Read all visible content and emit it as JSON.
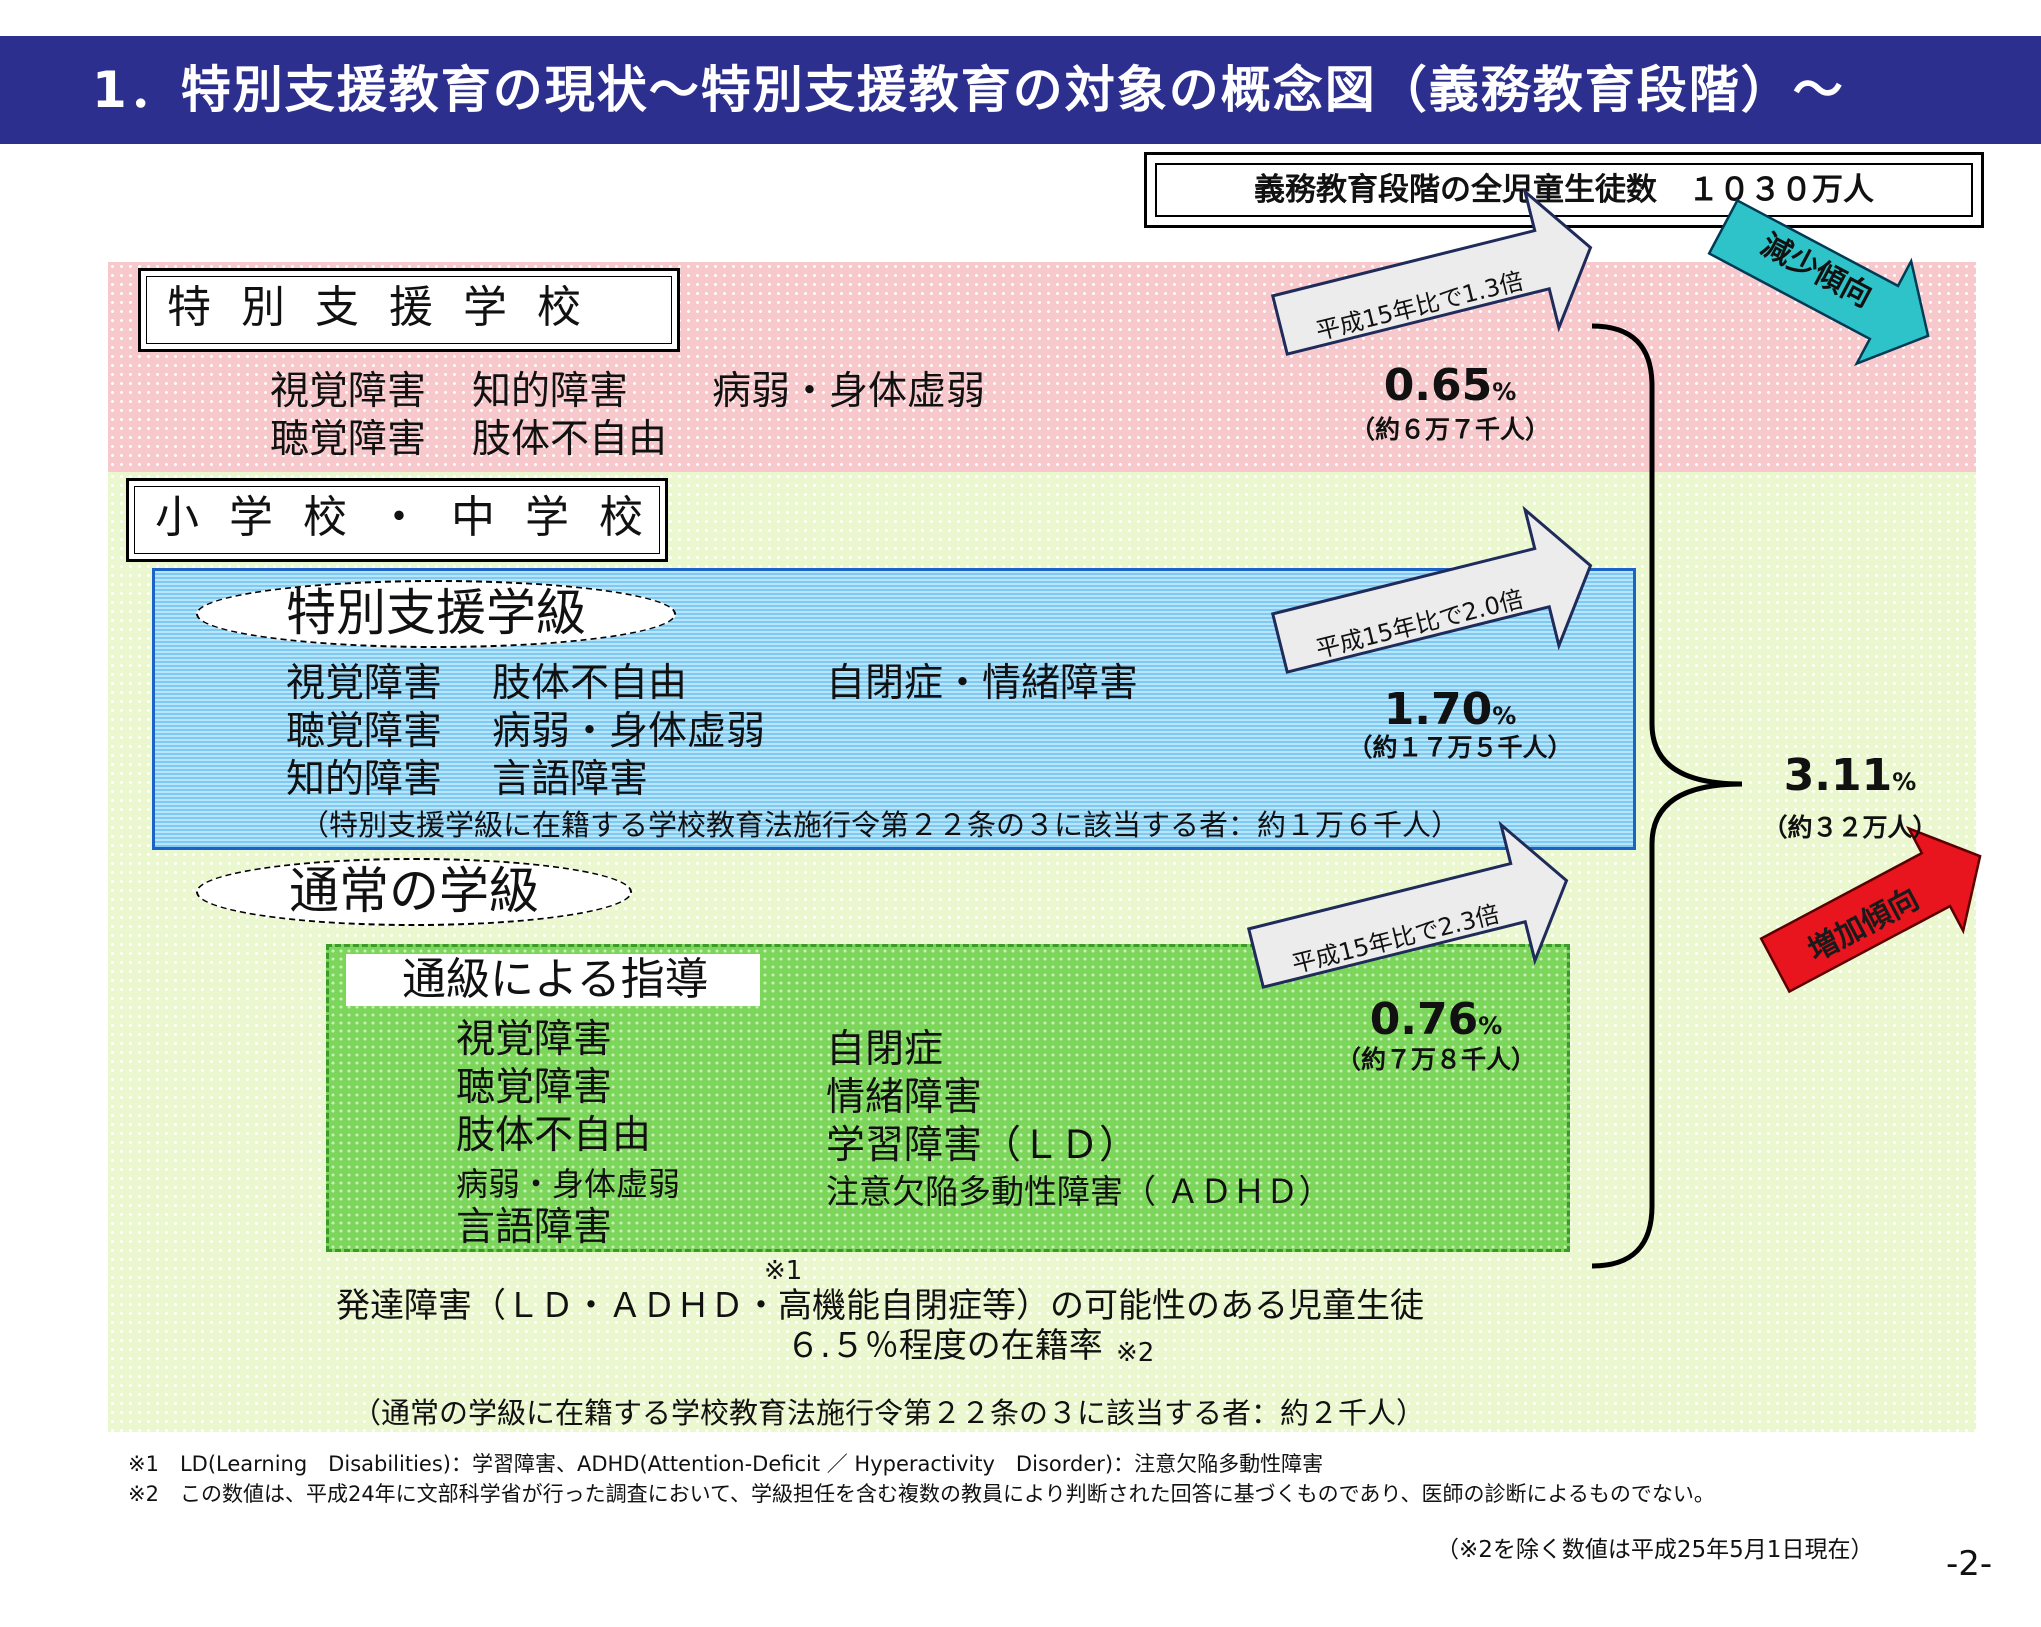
{
  "title": "1．特別支援教育の現状～特別支援教育の対象の概念図（義務教育段階）～",
  "total_students": "義務教育段階の全児童生徒数　１０３０万人",
  "trend_decrease": "減少傾向",
  "trend_increase": "増加傾向",
  "special_school": {
    "label": "特別支援学校",
    "disabilities": [
      "視覚障害",
      "知的障害",
      "病弱・身体虚弱",
      "聴覚障害",
      "肢体不自由"
    ],
    "compare_note": "平成15年比で1.3倍",
    "pct_value": "0.65",
    "pct_unit": "%",
    "count": "（約６万７千人）"
  },
  "elem_middle": {
    "label": "小学校・中学校"
  },
  "special_class": {
    "label": "特別支援学級",
    "disabilities": [
      "視覚障害",
      "肢体不自由",
      "自閉症・情緒障害",
      "聴覚障害",
      "病弱・身体虚弱",
      "知的障害",
      "言語障害"
    ],
    "note": "（特別支援学級に在籍する学校教育法施行令第２２条の３に該当する者：約１万６千人）",
    "compare_note": "平成15年比で2.0倍",
    "pct_value": "1.70",
    "pct_unit": "%",
    "count": "（約１７万５千人）"
  },
  "regular_class": {
    "label": "通常の学級",
    "tsukyu_label": "通級による指導",
    "disabilities_left": [
      "視覚障害",
      "聴覚障害",
      "肢体不自由",
      "病弱・身体虚弱",
      "言語障害"
    ],
    "disabilities_right": [
      "自閉症",
      "情緒障害",
      "学習障害（ＬＤ）",
      "注意欠陥多動性障害（ ＡＤＨＤ）"
    ],
    "compare_note": "平成15年比で2.3倍",
    "pct_value": "0.76",
    "pct_unit": "%",
    "count": "（約７万８千人）",
    "dev_line1": "発達障害（ＬＤ・ＡＤＨＤ・高機能自閉症等）の可能性のある児童生徒",
    "dev_line2": "６.５％程度の在籍率",
    "ref1": "※1",
    "ref2": "※2",
    "note": "（通常の学級に在籍する学校教育法施行令第２２条の３に該当する者：約２千人）"
  },
  "total_pct": {
    "value": "3.11",
    "unit": "%",
    "count": "（約３２万人）"
  },
  "footnotes": [
    "※1　LD(Learning　Disabilities)：学習障害、ADHD(Attention-Deficit ／ Hyperactivity　Disorder)：注意欠陥多動性障害",
    "※2　この数値は、平成24年に文部科学省が行った調査において、学級担任を含む複数の教員により判断された回答に基づくものであり、医師の診断によるものでない。"
  ],
  "date_note": "（※2を除く数値は平成25年5月1日現在）",
  "page_number": "-2-",
  "colors": {
    "title_bg": "#2d2f8f",
    "special_school_bg": "#f7c9cc",
    "school_bg": "#ebf7cf",
    "special_class_bg": "#9bd6f7",
    "tsukyu_bg": "#7dd65c",
    "decrease_arrow": "#2ec3c8",
    "increase_arrow": "#e8141e"
  }
}
